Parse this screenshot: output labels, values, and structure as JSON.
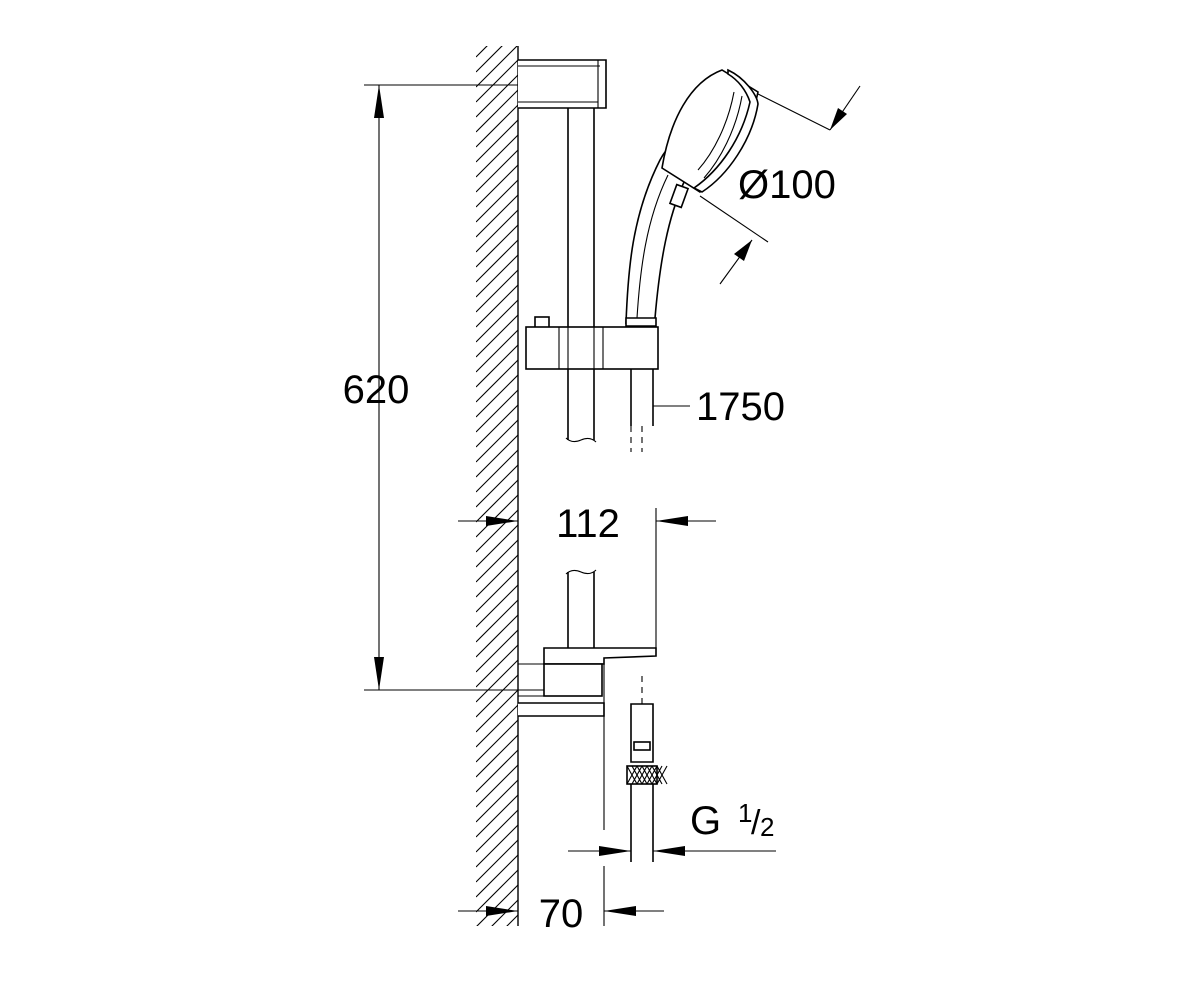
{
  "dimensions": {
    "height": "620",
    "hand_shower_diameter": "Ø100",
    "hose_length": "1750",
    "holder_depth": "112",
    "connection_thread": "G",
    "thread_numerator": "1",
    "thread_denominator": "2",
    "rail_offset": "70"
  }
}
